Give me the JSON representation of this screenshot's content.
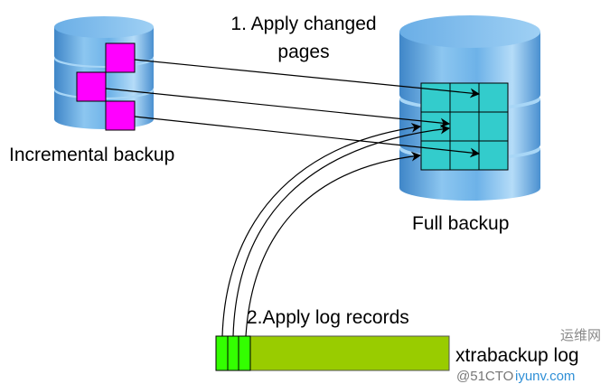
{
  "labels": {
    "step1_line1": "1. Apply changed",
    "step1_line2": "pages",
    "incremental": "Incremental backup",
    "full": "Full backup",
    "step2": "2.Apply log records",
    "log": "xtrabackup log"
  },
  "watermark": {
    "text": "@51CTO",
    "logo_text": "iyunv.com",
    "cn_text": "运维网"
  },
  "colors": {
    "cylinder": "#5aa6e0",
    "changed_page": "#ff00ff",
    "full_page": "#33cccc",
    "log_bar": "#99cc00",
    "log_record": "#33ff00"
  }
}
